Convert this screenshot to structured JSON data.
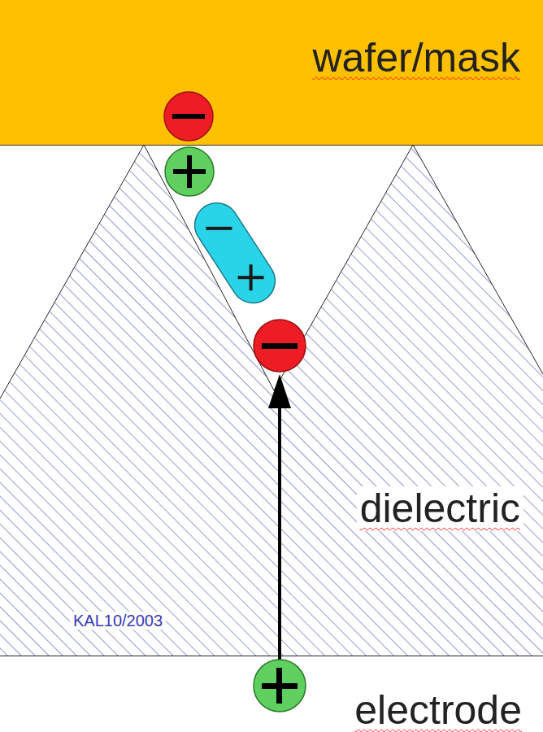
{
  "diagram": {
    "nodes": [
      {
        "text": [
          "wafer/mask"
        ]
      }
    ],
    "labels": [
      "dielectric",
      "KAL10/2003",
      "electrode"
    ]
  }
}
